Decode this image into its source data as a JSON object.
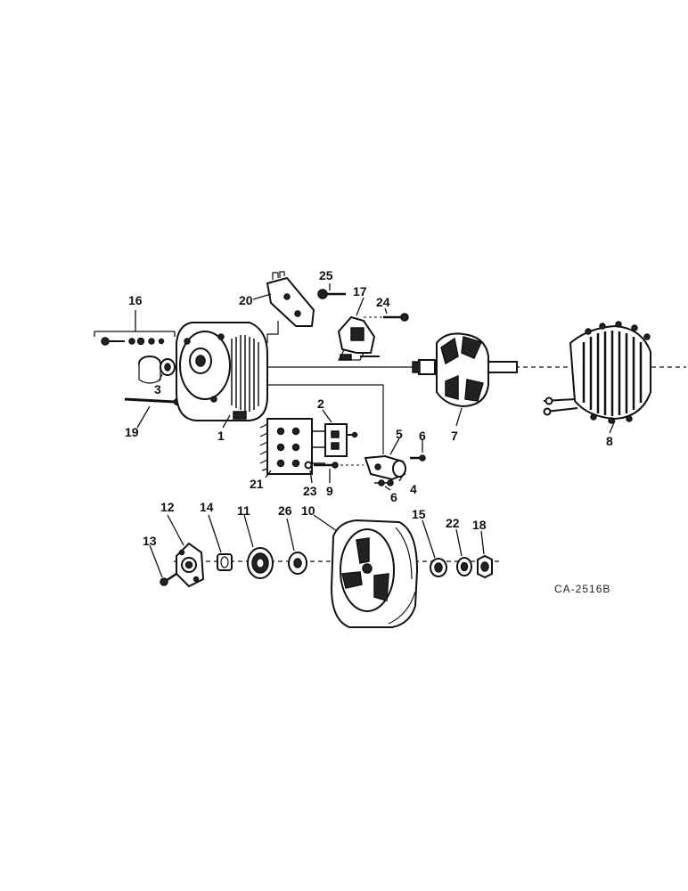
{
  "diagram": {
    "reference_code": "CA-2516B",
    "callouts": {
      "c1": "1",
      "c2": "2",
      "c3": "3",
      "c4": "4",
      "c5": "5",
      "c6a": "6",
      "c6b": "6",
      "c7": "7",
      "c8": "8",
      "c9": "9",
      "c10": "10",
      "c11": "11",
      "c12": "12",
      "c13": "13",
      "c14": "14",
      "c15": "15",
      "c16": "16",
      "c17": "17",
      "c18": "18",
      "c19": "19",
      "c20": "20",
      "c21": "21",
      "c22": "22",
      "c23": "23",
      "c24": "24",
      "c25": "25",
      "c26": "26"
    }
  }
}
